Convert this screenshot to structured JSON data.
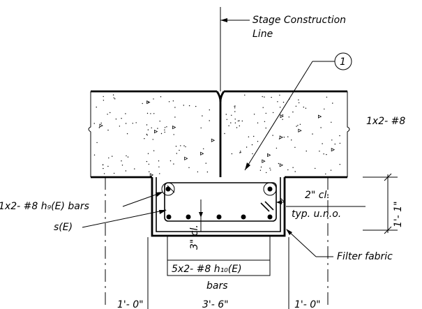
{
  "labels": {
    "stage_line_1": "Stage Construction",
    "stage_line_2": "Line",
    "callout_number": "1",
    "top_bars": "1x2- #8",
    "hg_bars": "1x2- #8 h₉(E) bars",
    "stirrup": "s(E)",
    "clear_cover": "2\" cl.",
    "typ": "typ. u.n.o.",
    "height_dim": "1'- 1\"",
    "bottom_cover": "3\" cl.",
    "filter_fabric": "Filter fabric",
    "h10_bars_1": "5x2- #8 h₁₀(E)",
    "h10_bars_2": "bars",
    "dim_left": "1'- 0\"",
    "dim_mid": "3'- 6\"",
    "dim_right": "1'- 0\""
  }
}
